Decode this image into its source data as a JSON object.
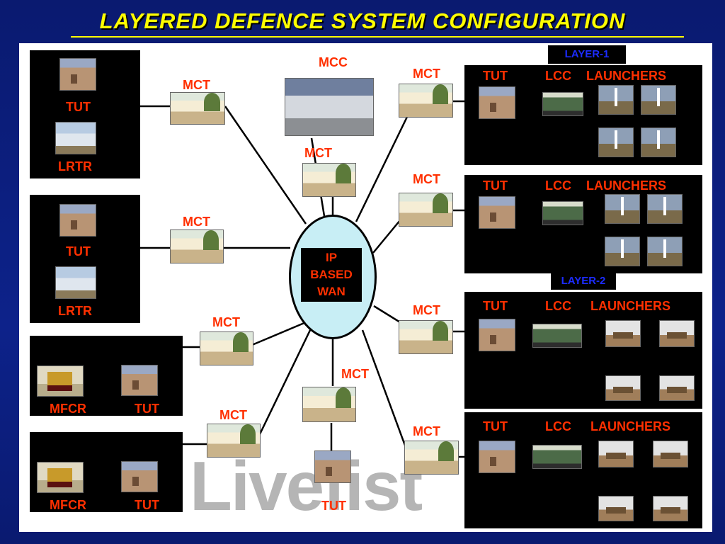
{
  "title": "LAYERED DEFENCE SYSTEM CONFIGURATION",
  "labels": {
    "tut": "TUT",
    "lrtr": "LRTR",
    "mfcr": "MFCR",
    "mct": "MCT",
    "mcc": "MCC",
    "lcc": "LCC",
    "launchers": "LAUNCHERS"
  },
  "hub": [
    "IP",
    "BASED",
    "WAN"
  ],
  "layers": {
    "layer1": "LAYER-1",
    "layer2": "LAYER-2"
  },
  "watermark": "Livefist",
  "colors": {
    "title": "#ffff00",
    "label": "#ff3000",
    "layer_tag": "#1c2cff",
    "background": "#0b1a6e",
    "panel": "#ffffff",
    "hub_fill": "#c8eef5"
  }
}
